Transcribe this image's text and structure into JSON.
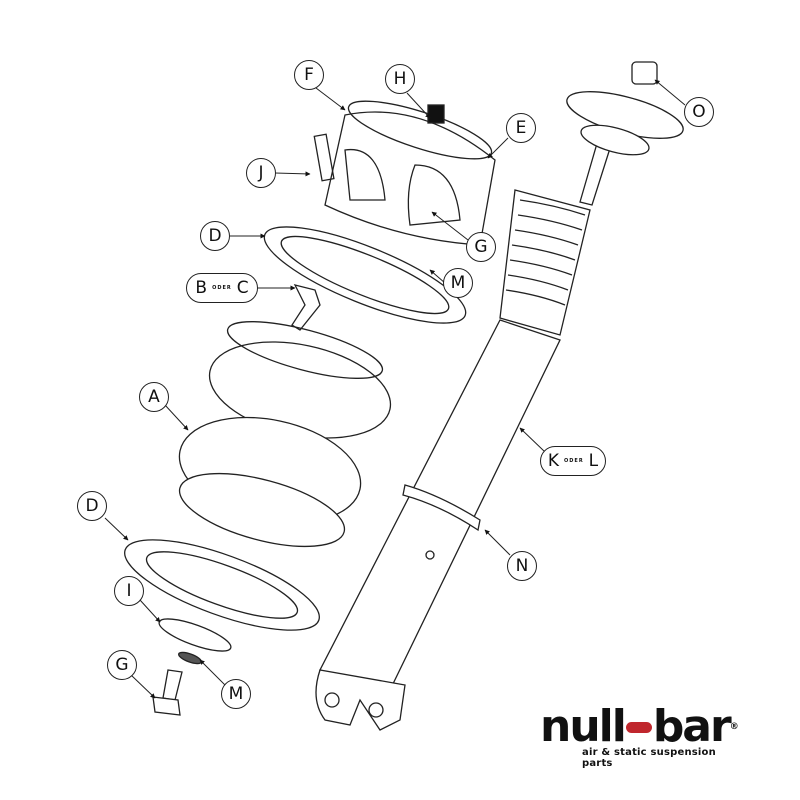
{
  "diagram": {
    "type": "exploded-view",
    "subject": "air suspension strut assembly",
    "callouts": [
      {
        "id": "F",
        "label": "F"
      },
      {
        "id": "H",
        "label": "H"
      },
      {
        "id": "E",
        "label": "E"
      },
      {
        "id": "J",
        "label": "J"
      },
      {
        "id": "G_top",
        "label": "G"
      },
      {
        "id": "D_top",
        "label": "D"
      },
      {
        "id": "M_top",
        "label": "M"
      },
      {
        "id": "BC",
        "label_a": "B",
        "connector": "ODER",
        "label_b": "C"
      },
      {
        "id": "A",
        "label": "A"
      },
      {
        "id": "D_bottom",
        "label": "D"
      },
      {
        "id": "I",
        "label": "I"
      },
      {
        "id": "G_bottom",
        "label": "G"
      },
      {
        "id": "M_bottom",
        "label": "M"
      },
      {
        "id": "O",
        "label": "O"
      },
      {
        "id": "KL",
        "label_a": "K",
        "connector": "ODER",
        "label_b": "L"
      },
      {
        "id": "N",
        "label": "N"
      }
    ]
  },
  "logo": {
    "part1": "null",
    "part2": "bar",
    "registered": "®",
    "tagline": "air & static suspension parts",
    "accent_color": "#c0272d"
  }
}
